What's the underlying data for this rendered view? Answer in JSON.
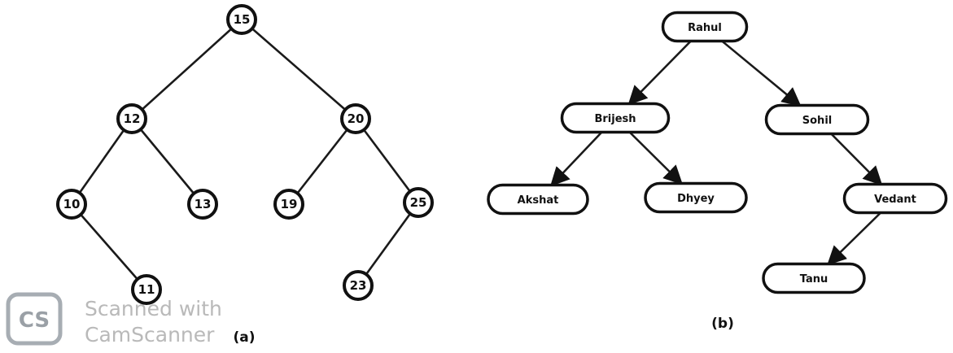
{
  "tree_a": {
    "caption": "(a)",
    "nodes": [
      {
        "id": "n15",
        "label": "15"
      },
      {
        "id": "n12",
        "label": "12"
      },
      {
        "id": "n20",
        "label": "20"
      },
      {
        "id": "n10",
        "label": "10"
      },
      {
        "id": "n13",
        "label": "13"
      },
      {
        "id": "n19",
        "label": "19"
      },
      {
        "id": "n25",
        "label": "25"
      },
      {
        "id": "n11",
        "label": "11"
      },
      {
        "id": "n23",
        "label": "23"
      }
    ],
    "edges": [
      [
        "n15",
        "n12"
      ],
      [
        "n15",
        "n20"
      ],
      [
        "n12",
        "n10"
      ],
      [
        "n12",
        "n13"
      ],
      [
        "n20",
        "n19"
      ],
      [
        "n20",
        "n25"
      ],
      [
        "n10",
        "n11"
      ],
      [
        "n25",
        "n23"
      ]
    ]
  },
  "tree_b": {
    "caption": "(b)",
    "nodes": [
      {
        "id": "rahul",
        "label": "Rahul"
      },
      {
        "id": "brijesh",
        "label": "Brijesh"
      },
      {
        "id": "sohil",
        "label": "Sohil"
      },
      {
        "id": "akshat",
        "label": "Akshat"
      },
      {
        "id": "dhyey",
        "label": "Dhyey"
      },
      {
        "id": "vedant",
        "label": "Vedant"
      },
      {
        "id": "tanu",
        "label": "Tanu"
      }
    ],
    "edges": [
      [
        "rahul",
        "brijesh"
      ],
      [
        "rahul",
        "sohil"
      ],
      [
        "brijesh",
        "akshat"
      ],
      [
        "brijesh",
        "dhyey"
      ],
      [
        "sohil",
        "vedant"
      ],
      [
        "vedant",
        "tanu"
      ]
    ]
  },
  "watermark": {
    "logo": "CS",
    "line1": "Scanned with",
    "line2": "CamScanner"
  }
}
